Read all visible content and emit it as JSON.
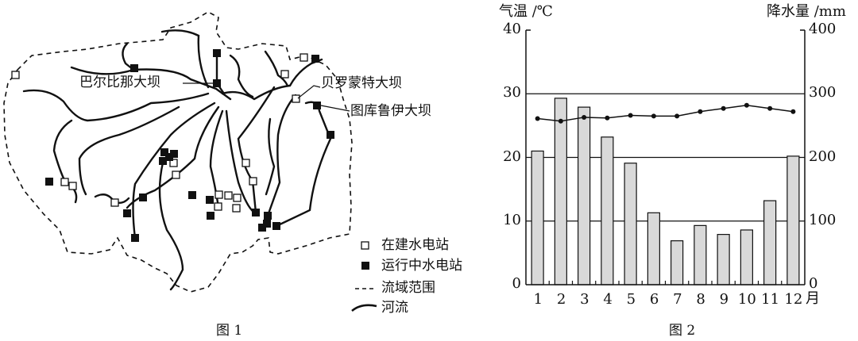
{
  "figure1": {
    "caption": "图 1",
    "dam_labels": {
      "balbina": "巴尔比那大坝",
      "belo_monte": "贝罗蒙特大坝",
      "tucurui": "图库鲁伊大坝"
    },
    "legend": {
      "under_construction": "在建水电站",
      "operating": "运行中水电站",
      "basin_boundary": "流域范围",
      "river": "河流"
    }
  },
  "figure2": {
    "caption": "图 2",
    "left_axis_title": "气温 /℃",
    "right_axis_title": "降水量 /mm",
    "month_unit": "月"
  },
  "chart_data": {
    "type": "bar+line",
    "categories": [
      "1",
      "2",
      "3",
      "4",
      "5",
      "6",
      "7",
      "8",
      "9",
      "10",
      "11",
      "12"
    ],
    "series": [
      {
        "name": "降水量",
        "type": "bar",
        "axis": "right",
        "unit": "mm",
        "values": [
          210,
          293,
          279,
          232,
          191,
          113,
          69,
          93,
          79,
          86,
          132,
          202
        ]
      },
      {
        "name": "气温",
        "type": "line",
        "axis": "left",
        "unit": "℃",
        "values": [
          26.1,
          25.7,
          26.3,
          26.2,
          26.6,
          26.5,
          26.5,
          27.2,
          27.7,
          28.2,
          27.7,
          27.2
        ]
      }
    ],
    "left_ylim": [
      0,
      40
    ],
    "left_ticks": [
      "0",
      "10",
      "20",
      "30",
      "40"
    ],
    "right_ylim": [
      0,
      400
    ],
    "right_ticks": [
      "0",
      "100",
      "200",
      "300",
      "400"
    ],
    "gridlines": [
      10,
      20,
      30
    ],
    "colors": {
      "bar": "#d9d9d9",
      "line": "#111111"
    }
  }
}
